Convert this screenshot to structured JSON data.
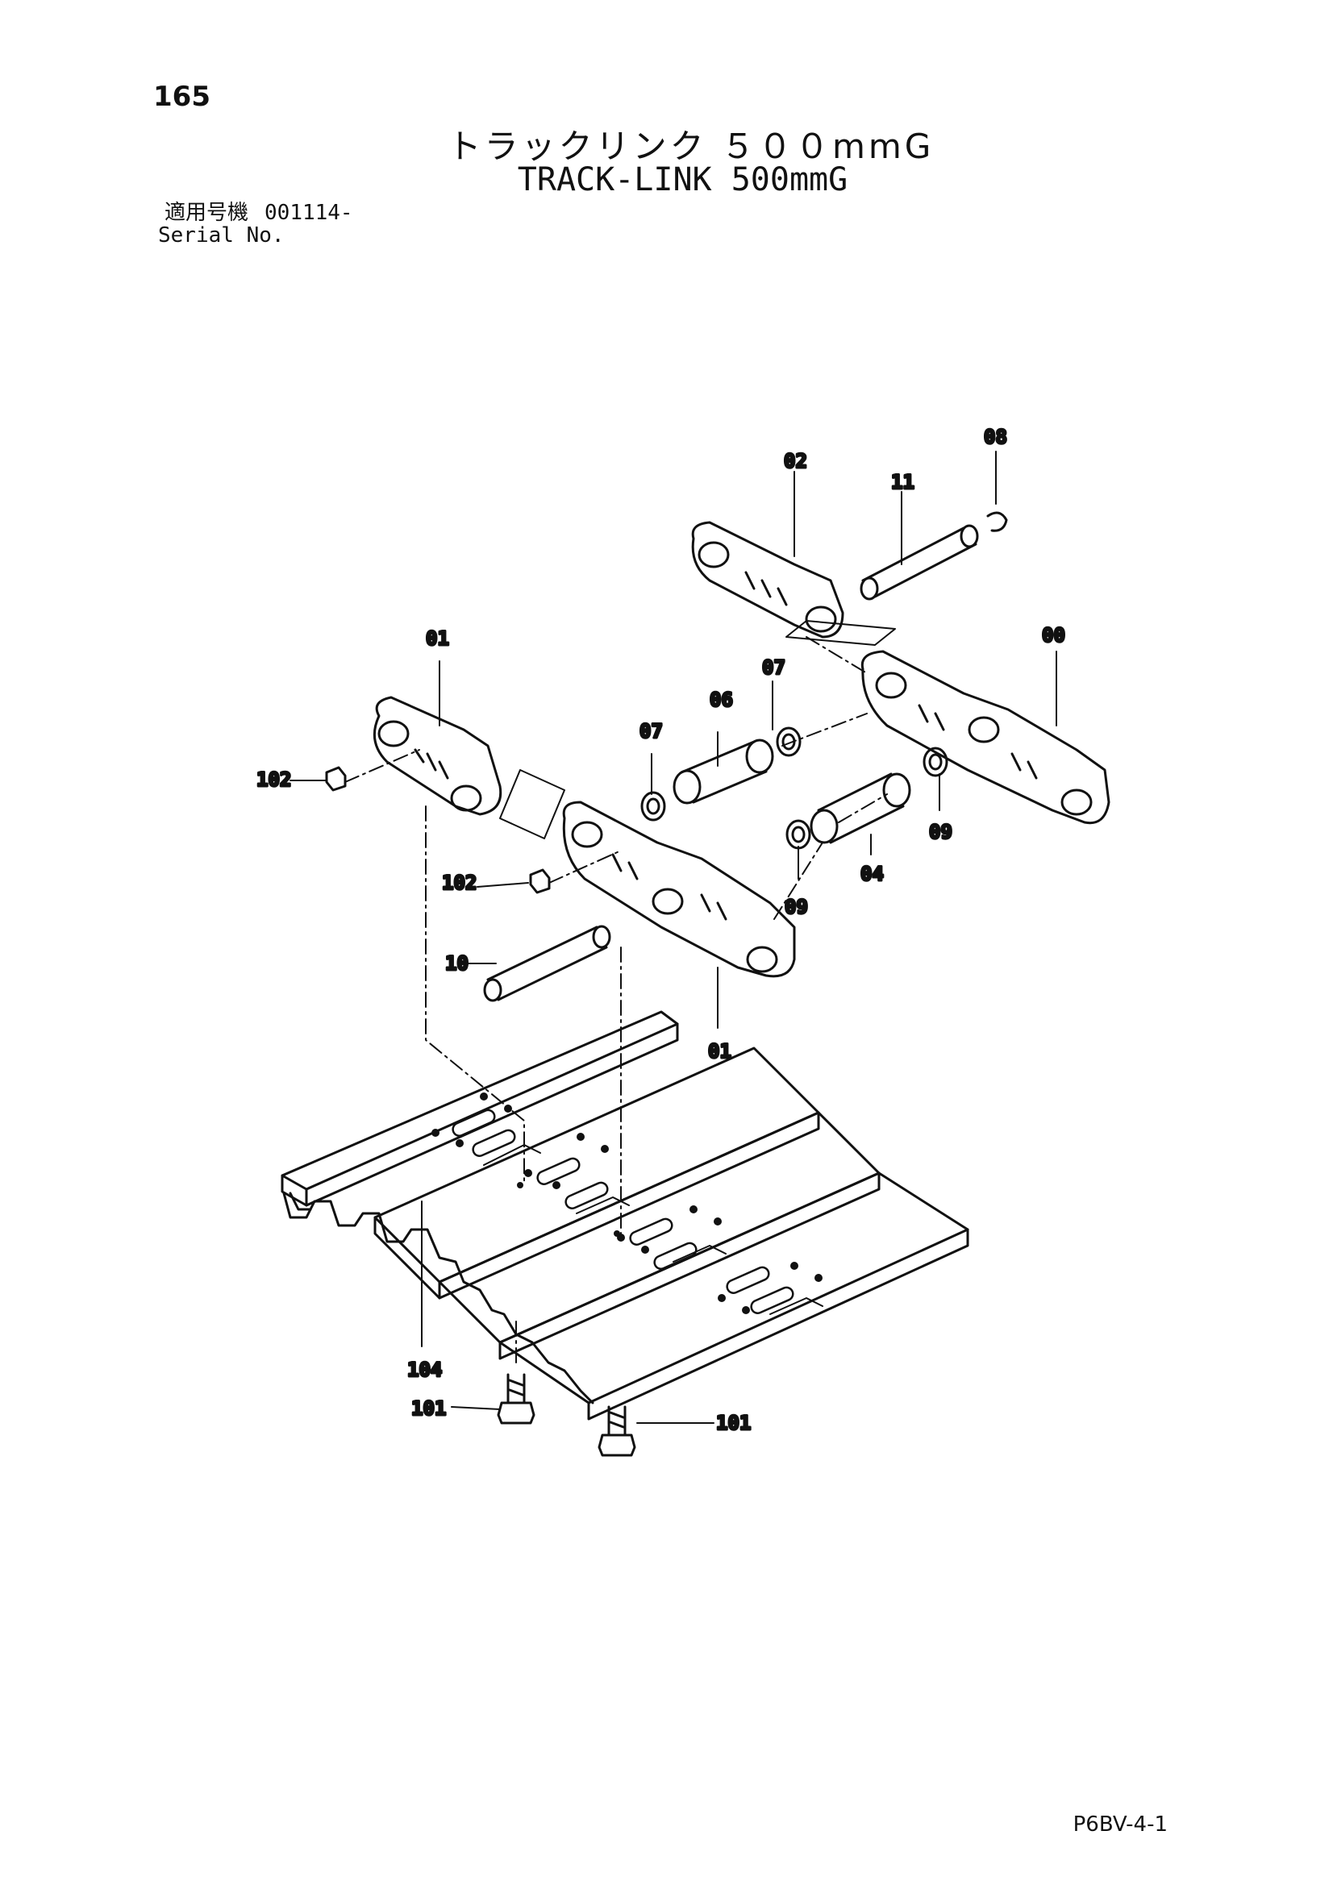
{
  "header": {
    "page_number": "165",
    "title_jp": "トラックリンク ５００mmG",
    "title_en": "TRACK-LINK 500mmG",
    "serial_label_jp": "適用号機",
    "serial_value": "001114-",
    "serial_label_en": "Serial No."
  },
  "callouts": {
    "c00": "00",
    "c01a": "01",
    "c01b": "01",
    "c02": "02",
    "c04": "04",
    "c06": "06",
    "c07a": "07",
    "c07b": "07",
    "c08": "08",
    "c09a": "09",
    "c09b": "09",
    "c10": "10",
    "c11": "11",
    "c101a": "101",
    "c101b": "101",
    "c102a": "102",
    "c102b": "102",
    "c104": "104"
  },
  "footer": {
    "doc_code": "P6BV-4-1"
  }
}
